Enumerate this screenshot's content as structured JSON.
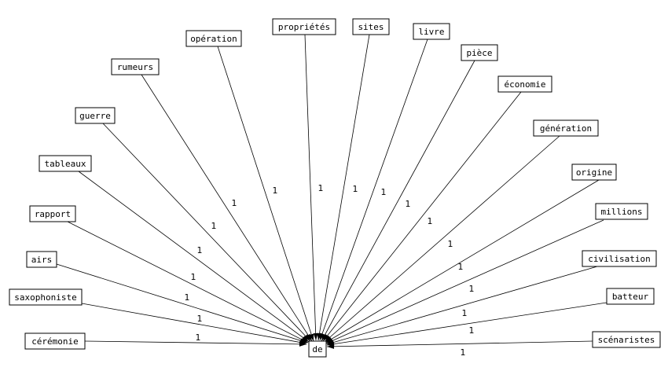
{
  "center": {
    "label": "de"
  },
  "nodes": [
    {
      "label": "cérémonie",
      "weight": "1"
    },
    {
      "label": "saxophoniste",
      "weight": "1"
    },
    {
      "label": "airs",
      "weight": "1"
    },
    {
      "label": "rapport",
      "weight": "1"
    },
    {
      "label": "tableaux",
      "weight": "1"
    },
    {
      "label": "guerre",
      "weight": "1"
    },
    {
      "label": "rumeurs",
      "weight": "1"
    },
    {
      "label": "opération",
      "weight": "1"
    },
    {
      "label": "propriétés",
      "weight": "1"
    },
    {
      "label": "sites",
      "weight": "1"
    },
    {
      "label": "livre",
      "weight": "1"
    },
    {
      "label": "pièce",
      "weight": "1"
    },
    {
      "label": "économie",
      "weight": "1"
    },
    {
      "label": "génération",
      "weight": "1"
    },
    {
      "label": "origine",
      "weight": "1"
    },
    {
      "label": "millions",
      "weight": "1"
    },
    {
      "label": "civilisation",
      "weight": "1"
    },
    {
      "label": "batteur",
      "weight": "1"
    },
    {
      "label": "scénaristes",
      "weight": "1"
    }
  ]
}
